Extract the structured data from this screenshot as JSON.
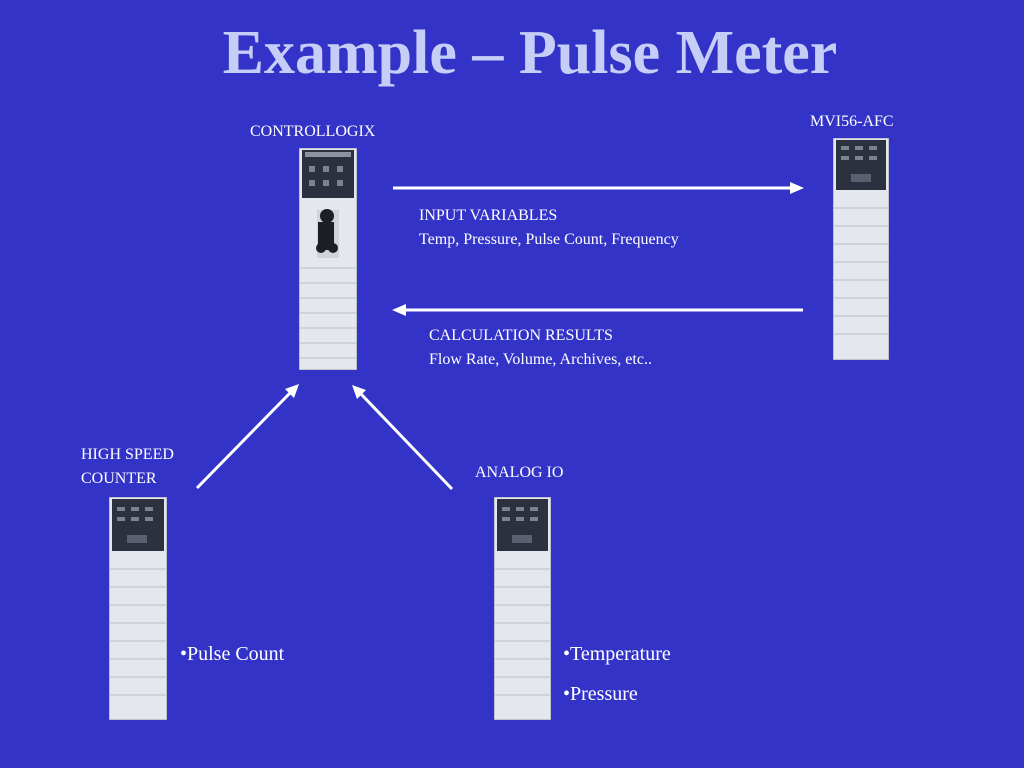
{
  "title": "Example – Pulse Meter",
  "modules": {
    "controllogix": {
      "label": "CONTROLLOGIX"
    },
    "mvi56": {
      "label": "MVI56-AFC"
    },
    "hsc": {
      "label_line1": "HIGH SPEED",
      "label_line2": "COUNTER"
    },
    "analog": {
      "label": "ANALOG IO"
    }
  },
  "flows": {
    "input": {
      "heading": "INPUT VARIABLES",
      "detail": "Temp, Pressure, Pulse Count, Frequency"
    },
    "results": {
      "heading": "CALCULATION RESULTS",
      "detail": "Flow Rate, Volume, Archives, etc.."
    }
  },
  "hsc_bullets": [
    "•Pulse Count"
  ],
  "analog_bullets": [
    "•Temperature",
    "•Pressure"
  ],
  "colors": {
    "background": "#3333c8",
    "title": "#c6cdf7",
    "arrow": "#ffffff",
    "module_body": "#e4e8ee",
    "module_face": "#2c3140"
  }
}
